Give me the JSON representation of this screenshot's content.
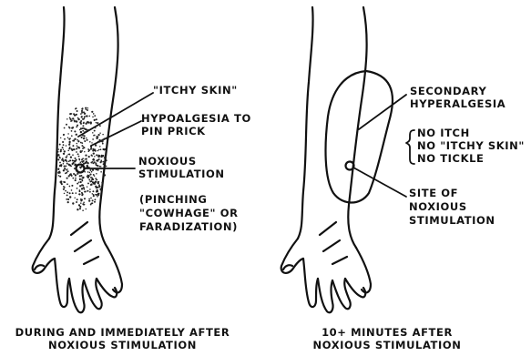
{
  "left_panel": {
    "caption": "DURING AND IMMEDIATELY AFTER\nNOXIOUS STIMULATION",
    "label_itchy_skin": "\"ITCHY SKIN\"",
    "label_hypoalgesia": "HYPOALGESIA TO\nPIN PRICK",
    "label_noxious": "NOXIOUS\nSTIMULATION",
    "label_methods": "(PINCHING\n\"COWHAGE\" OR\nFARADIZATION)"
  },
  "right_panel": {
    "caption": "10+ MINUTES AFTER\nNOXIOUS STIMULATION",
    "label_secondary": "SECONDARY\nHYPERALGESIA",
    "label_no_list": "NO ITCH\nNO \"ITCHY SKIN\"\nNO TICKLE",
    "label_site": "SITE OF\nNOXIOUS\nSTIMULATION"
  }
}
